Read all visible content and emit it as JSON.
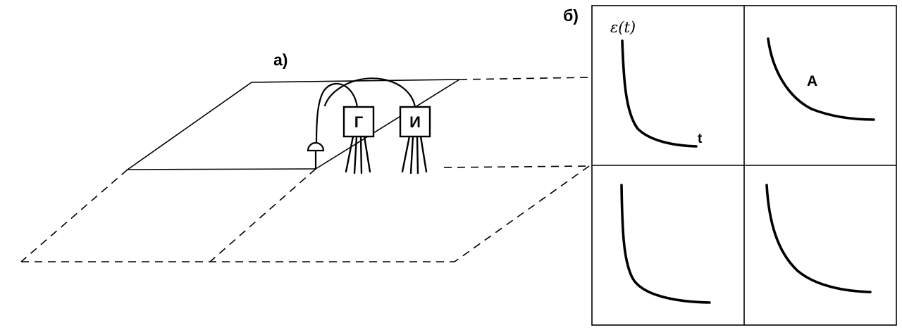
{
  "figure": {
    "panel_a": {
      "label": "а)",
      "generator_label": "Г",
      "receiver_label": "И"
    },
    "panel_b": {
      "label": "б)",
      "plot_top_left": {
        "y_axis_label": "ε(t)",
        "x_axis_label": "t"
      },
      "plot_top_right": {
        "annotation": "А"
      }
    }
  },
  "colors": {
    "ink": "#000000",
    "background": "#ffffff"
  }
}
